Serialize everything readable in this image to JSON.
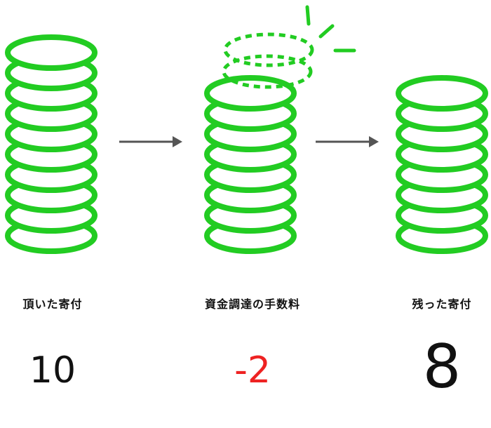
{
  "stages": [
    {
      "label": "頂いた寄付",
      "value": "10",
      "coin_count": 10
    },
    {
      "label": "資金調達の手数料",
      "value": "-2",
      "coin_count": 8,
      "removed_coins": 2
    },
    {
      "label": "残った寄付",
      "value": "8",
      "coin_count": 8
    }
  ],
  "colors": {
    "coin": "#22cc22",
    "arrow": "#555555",
    "negative_value": "#ee2222",
    "text": "#111111"
  },
  "icons": {
    "coin": "coin-icon",
    "arrow": "arrow-right-icon",
    "sparkle": "sparkle-icon"
  }
}
